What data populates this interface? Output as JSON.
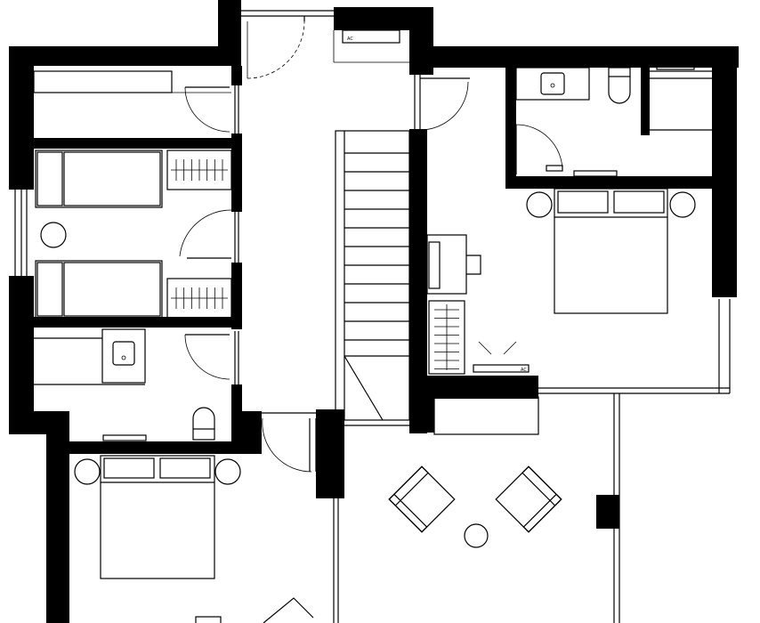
{
  "plan": {
    "kind": "floor plan",
    "colors": {
      "wall": "#000000",
      "line": "#000000",
      "background": "#ffffff"
    },
    "labels": {
      "ac_top": "AC",
      "ac_right": "AC"
    }
  }
}
